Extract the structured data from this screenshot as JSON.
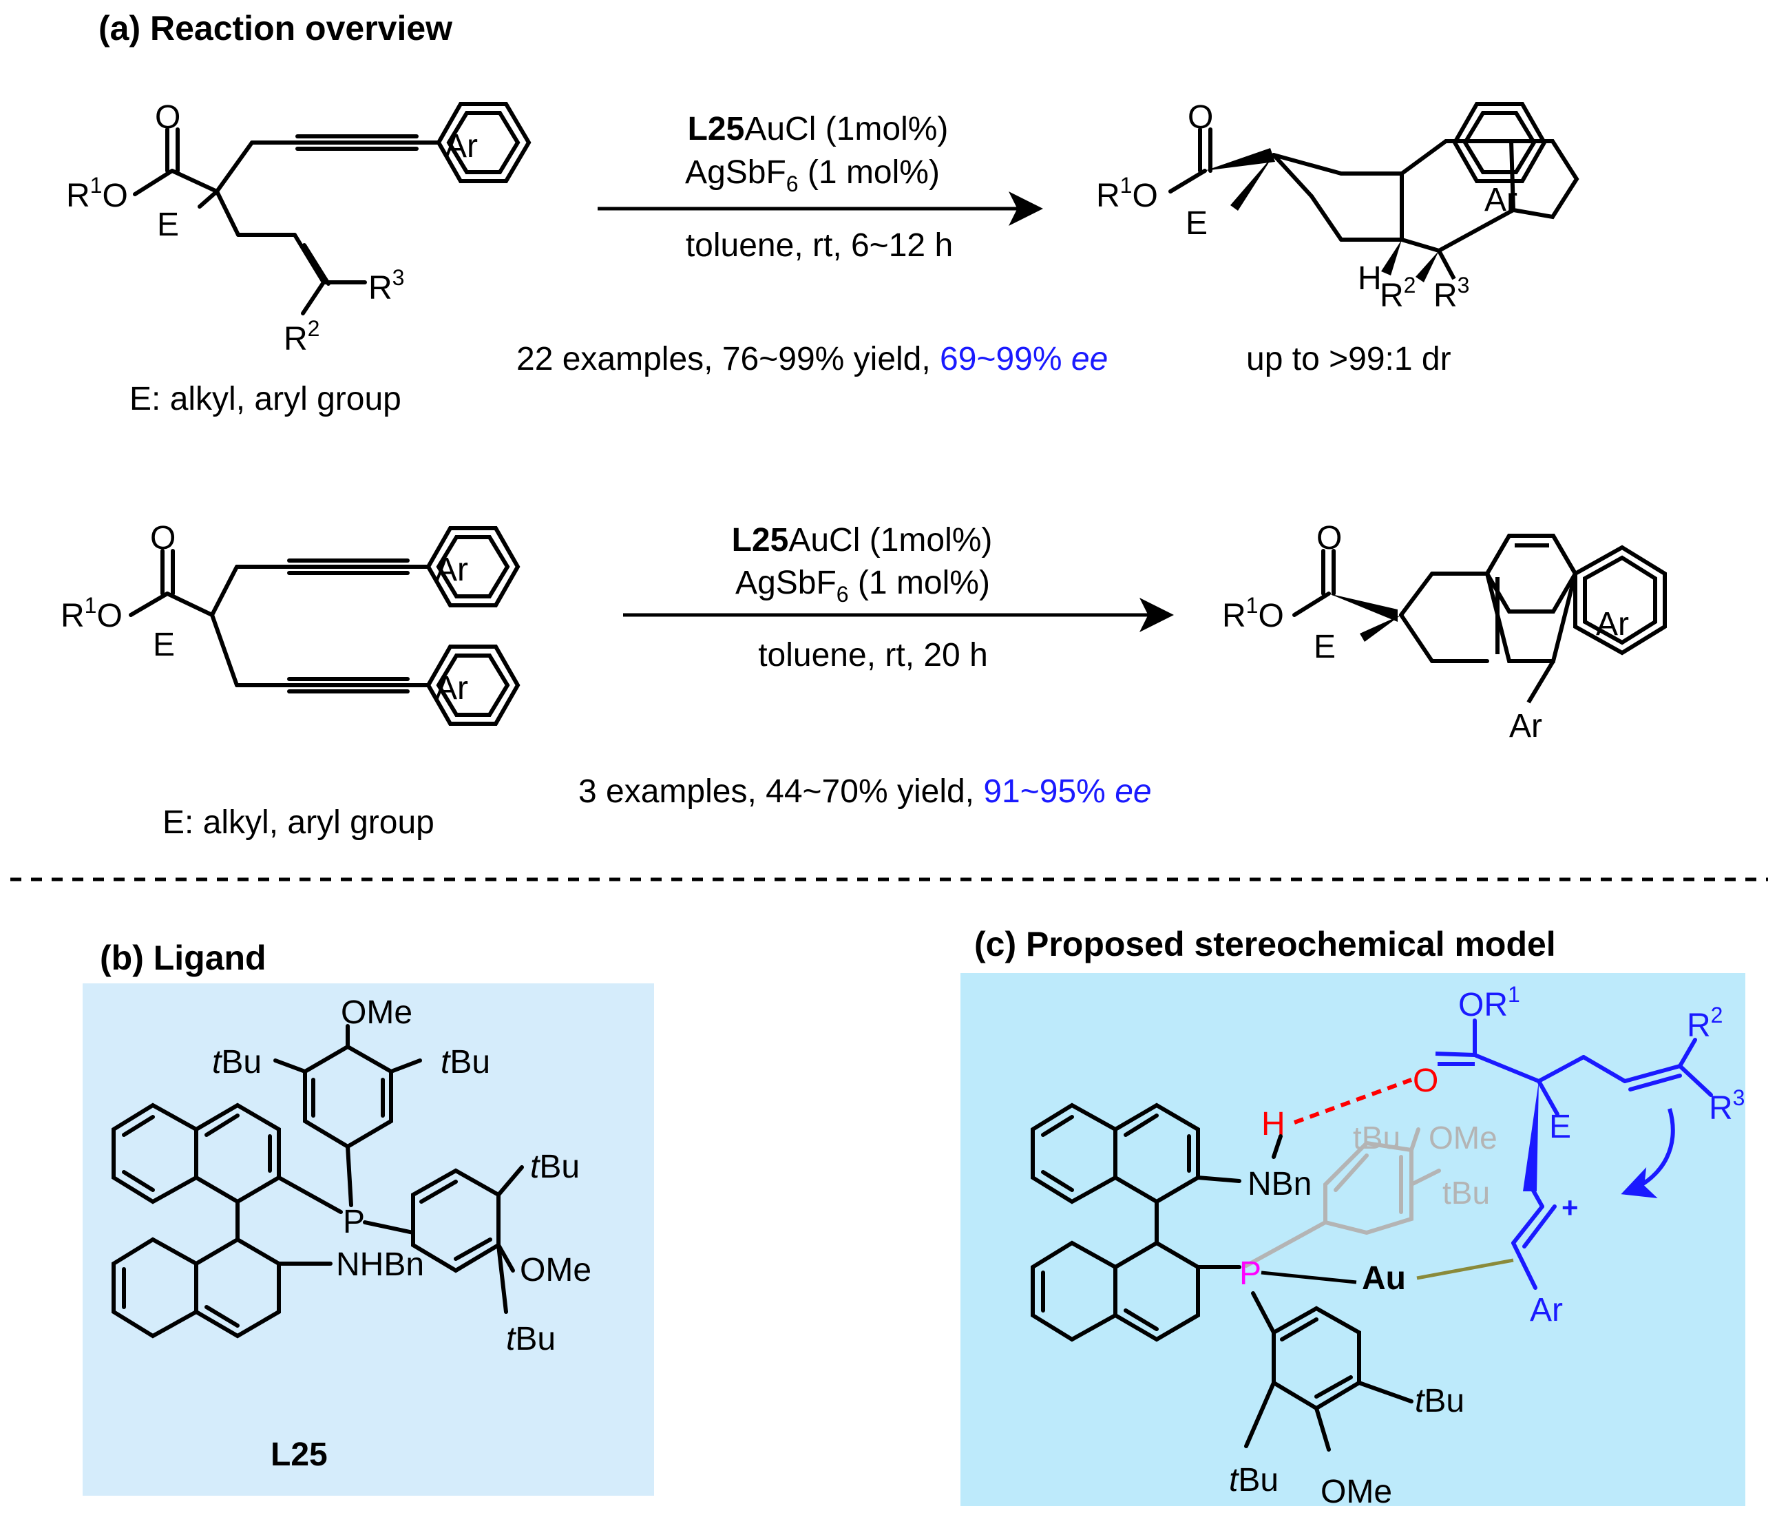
{
  "section_a": {
    "title": "(a) Reaction overview",
    "reaction1": {
      "catalyst_bold": "L25",
      "catalyst_rest": "AuCl (1mol%)",
      "additive": "AgSbF",
      "additive_sub": "6",
      "additive_rest": " (1 mol%)",
      "conditions": "toluene, rt, 6~12 h",
      "result_main": "22 examples, 76~99% yield, ",
      "result_ee_num": "69~99% ",
      "result_ee": "ee",
      "dr": "up to >99:1 dr",
      "substituent_note": "E: alkyl, aryl group"
    },
    "reaction2": {
      "catalyst_bold": "L25",
      "catalyst_rest": "AuCl  (1mol%)",
      "additive": "AgSbF",
      "additive_sub": "6",
      "additive_rest": " (1 mol%)",
      "conditions": "toluene, rt, 20 h",
      "result_main": "3 examples, 44~70% yield, ",
      "result_ee_num": "91~95% ",
      "result_ee": "ee",
      "substituent_note": "E: alkyl, aryl group"
    },
    "labels": {
      "ar": "Ar",
      "o": "O",
      "r": "R",
      "one": "1",
      "two": "2",
      "three": "3",
      "e": "E",
      "h": "H"
    }
  },
  "section_b": {
    "title": "(b) Ligand",
    "ligand_name": "L25",
    "labels": {
      "ome": "OMe",
      "t": "t",
      "bu": "Bu",
      "p": "P",
      "nhbn": "NHBn"
    }
  },
  "section_c": {
    "title": "(c) Proposed stereochemical model",
    "labels": {
      "or": "OR",
      "one": "1",
      "two": "2",
      "three": "3",
      "r": "R",
      "o": "O",
      "e": "E",
      "h": "H",
      "nbn": "NBn",
      "tbu_grey_1": "tBu",
      "ome_grey": "OMe",
      "tbu_grey_2": "tBu",
      "plus": "+",
      "p": "P",
      "au": "Au",
      "ar": "Ar",
      "tbu_1": "tBu",
      "tbu_2": "tBu",
      "ome": "OMe"
    }
  },
  "colors": {
    "blue": "#1a1aff",
    "red": "#ff0000",
    "magenta": "#ff00ff",
    "grey": "#b4b4b4",
    "olive": "#8a8a3a",
    "panel_b_bg": "#d5ecfb",
    "panel_c_bg": "#bdeafb"
  }
}
